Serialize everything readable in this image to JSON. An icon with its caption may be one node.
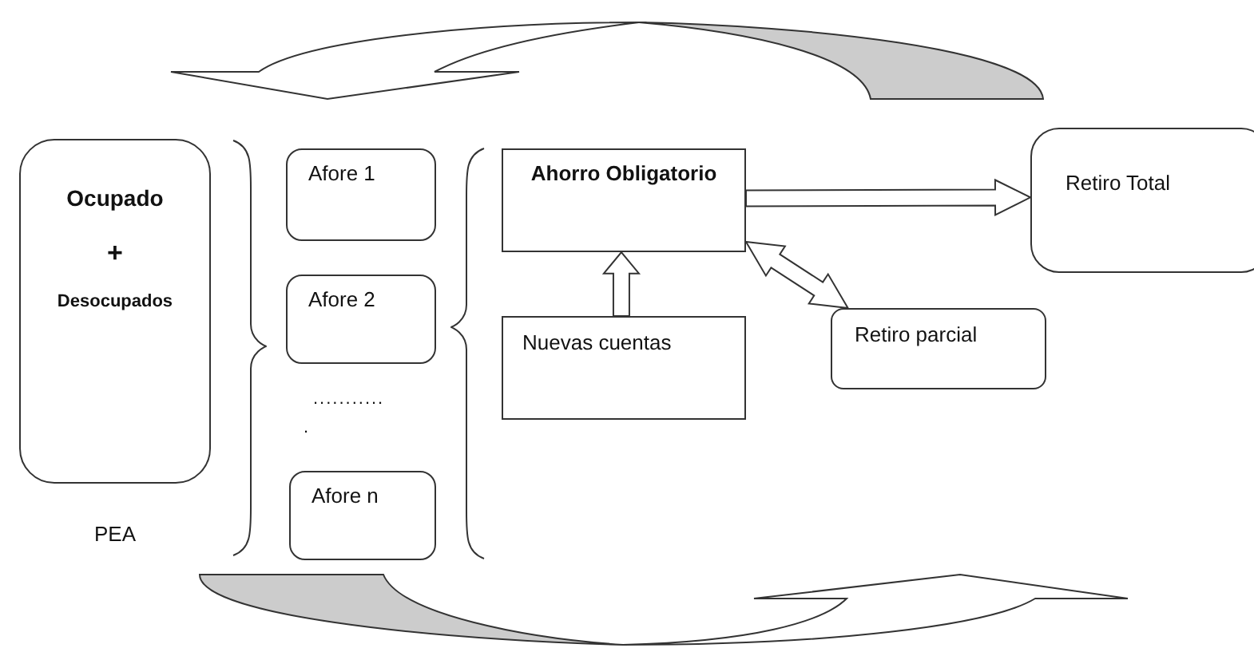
{
  "diagram": {
    "nodes": [
      {
        "text": [
          "Ocupado",
          "+",
          "Desocupados"
        ],
        "beside": [
          "PEA"
        ]
      },
      {
        "text": [
          "Afore 1"
        ]
      },
      {
        "text": [
          "Afore 2"
        ]
      },
      {
        "text": [
          "Afore n"
        ]
      },
      {
        "text": [
          "Ahorro Obligatorio"
        ]
      },
      {
        "text": [
          "Nuevas cuentas"
        ]
      },
      {
        "text": [
          "Retiro parcial"
        ]
      },
      {
        "text": [
          "Retiro Total"
        ]
      }
    ],
    "edges": [
      {
        "from": 5,
        "to": 4,
        "arrow": "to"
      },
      {
        "from": 4,
        "to": 7,
        "arrow": "to"
      },
      {
        "from": 4,
        "to": 6,
        "arrow": "both"
      }
    ],
    "labels": [
      "...........",
      "."
    ]
  }
}
